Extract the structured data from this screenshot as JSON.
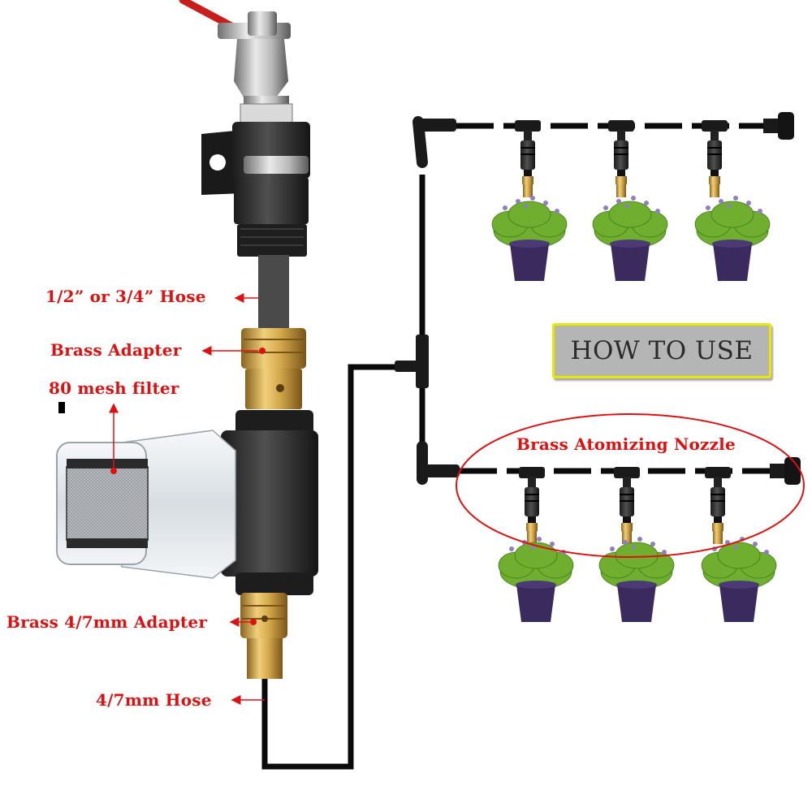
{
  "labels": {
    "hose_main": "1/2” or 3/4” Hose",
    "brass_adapter": "Brass Adapter",
    "mesh_filter": "80 mesh filter",
    "brass_47_adapter": "Brass 4/7mm Adapter",
    "hose_47": "4/7mm Hose",
    "atomizing_nozzle": "Brass Atomizing Nozzle",
    "how_to_use": "HOW TO USE"
  },
  "colors": {
    "label_red": "#e01010",
    "tubing_black": "#0a0a0a",
    "brass": "#c9a04a",
    "plant_green": "#6fae2f",
    "pot_purple": "#3a2a5e",
    "badge_gray": "#b5b5b5",
    "badge_border": "#e8e800"
  },
  "icons": [
    "faucet-icon",
    "quick-connector-icon",
    "filter-housing-icon",
    "tee-connector-icon",
    "elbow-connector-icon",
    "end-plug-icon",
    "nozzle-icon",
    "potted-plant-icon"
  ]
}
